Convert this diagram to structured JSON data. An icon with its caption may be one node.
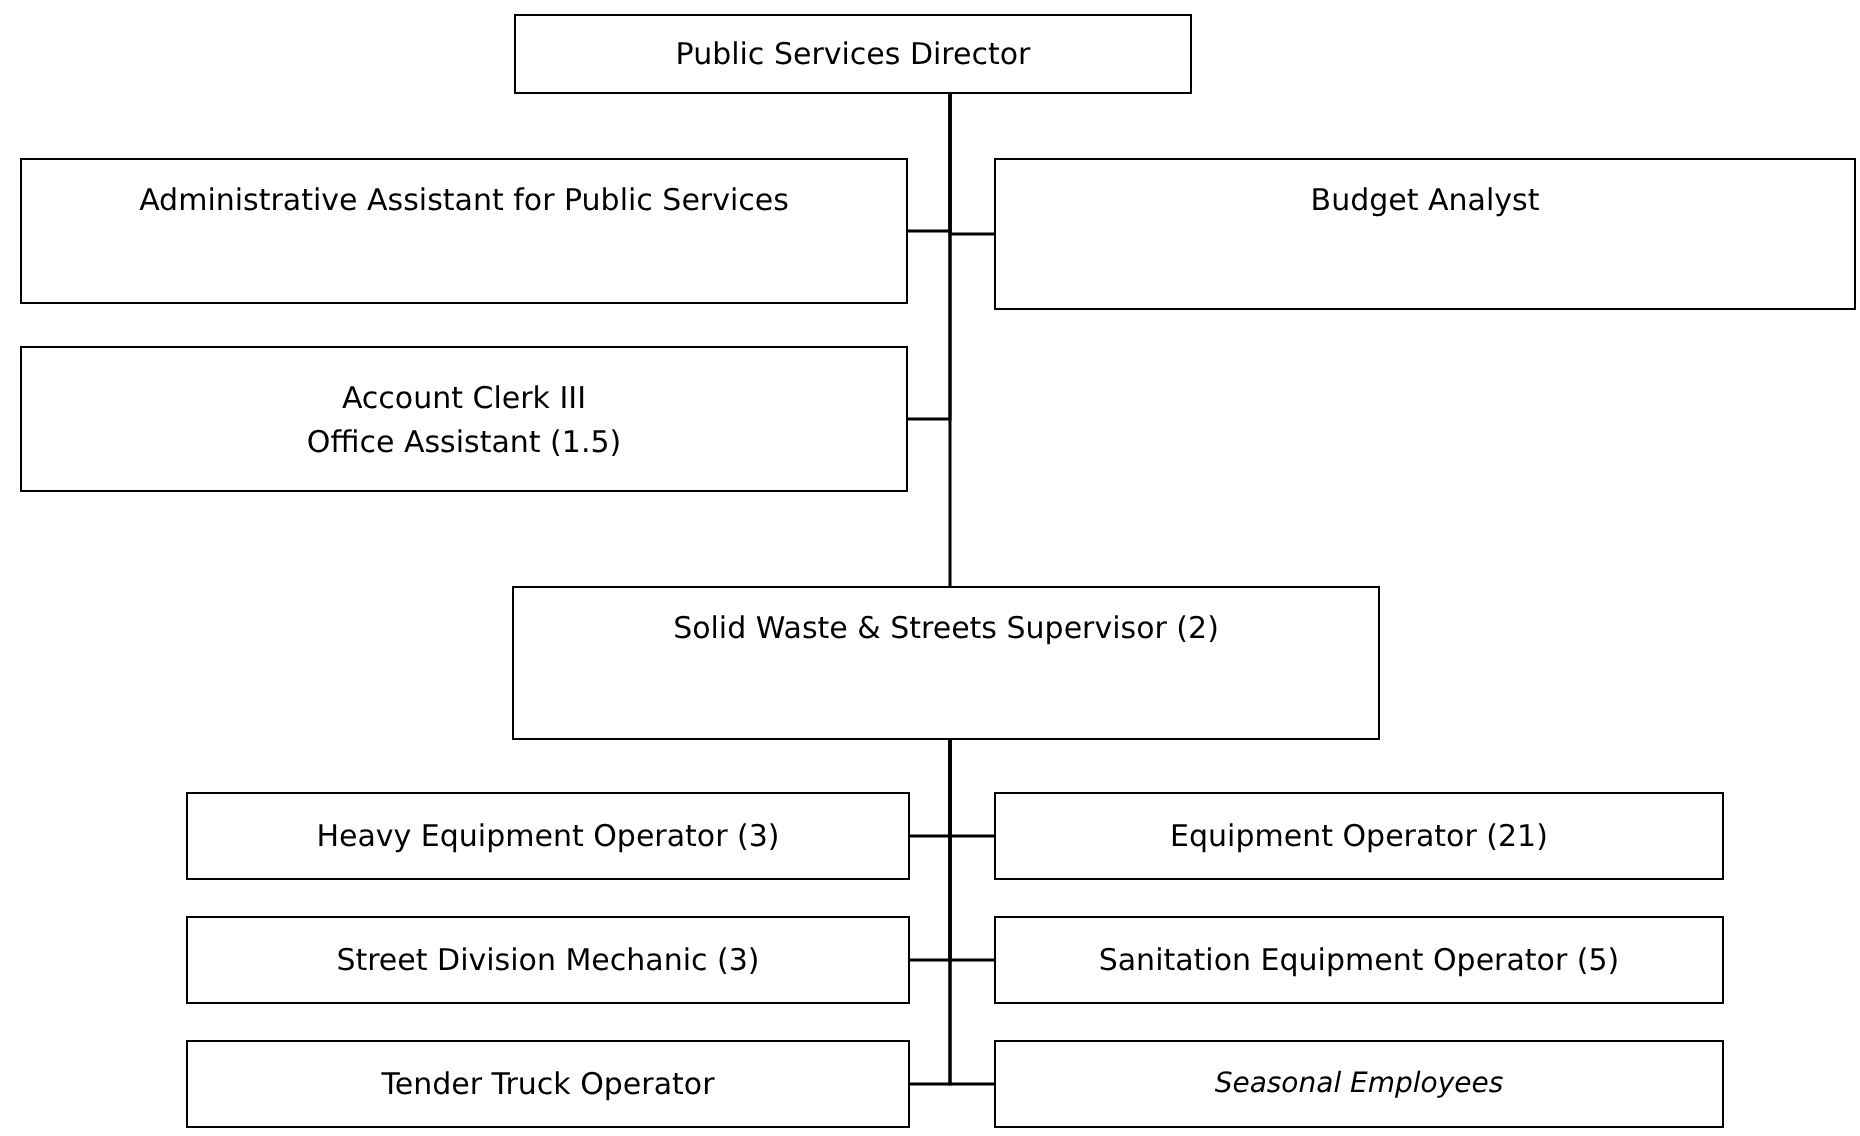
{
  "diagram": {
    "nodes": [
      {
        "text": [
          "Public Services Director"
        ]
      },
      {
        "text": [
          "Administrative Assistant for Public Services"
        ]
      },
      {
        "text": [
          "Budget Analyst"
        ]
      },
      {
        "text": [
          "Account Clerk III",
          "Office Assistant (1.5)"
        ]
      },
      {
        "text": [
          "Solid Waste & Streets Supervisor (2)"
        ]
      },
      {
        "text": [
          "Heavy Equipment Operator (3)"
        ]
      },
      {
        "text": [
          "Equipment Operator (21)"
        ]
      },
      {
        "text": [
          "Street Division Mechanic (3)"
        ]
      },
      {
        "text": [
          "Sanitation Equipment Operator (5)"
        ]
      },
      {
        "text": [
          "Tender Truck Operator"
        ]
      },
      {
        "text": [
          "Seasonal Employees"
        ]
      }
    ],
    "edges": [
      {
        "from": 0,
        "to": 1,
        "arrow": "none"
      },
      {
        "from": 0,
        "to": 2,
        "arrow": "none"
      },
      {
        "from": 0,
        "to": 3,
        "arrow": "none"
      },
      {
        "from": 0,
        "to": 4,
        "arrow": "none"
      },
      {
        "from": 4,
        "to": 5,
        "arrow": "none"
      },
      {
        "from": 4,
        "to": 6,
        "arrow": "none"
      },
      {
        "from": 4,
        "to": 7,
        "arrow": "none"
      },
      {
        "from": 4,
        "to": 8,
        "arrow": "none"
      },
      {
        "from": 4,
        "to": 9,
        "arrow": "none"
      },
      {
        "from": 4,
        "to": 10,
        "arrow": "none"
      }
    ]
  }
}
